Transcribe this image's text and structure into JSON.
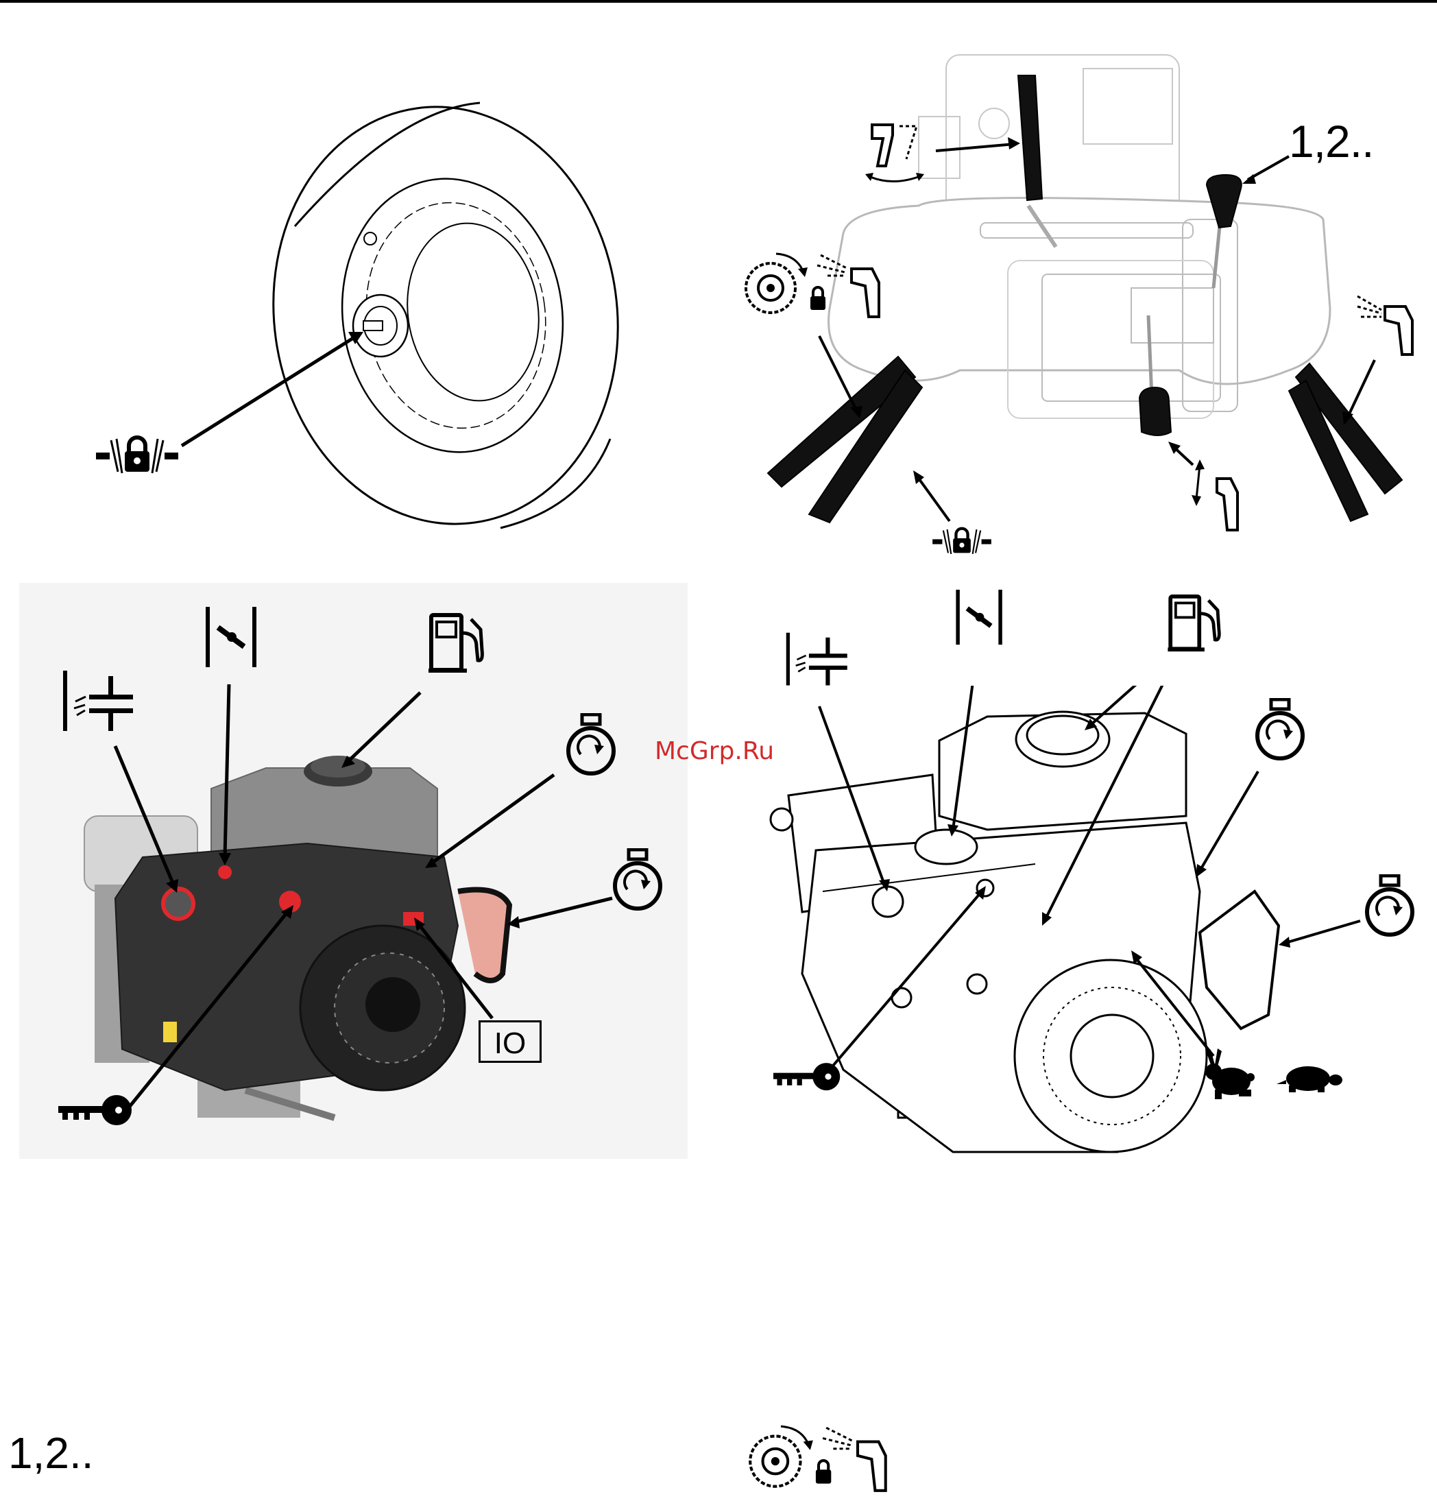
{
  "watermark": "McGrp.Ru",
  "gear_label": "1,2..",
  "ignition_switch_label": "IO",
  "footer": {
    "gear_label": "1,2.."
  },
  "icons": {
    "wheel_lock": "wheel-lock-icon",
    "choke": "choke-icon",
    "primer": "primer-icon",
    "fuel": "fuel-pump-icon",
    "recoil_start": "recoil-start-icon",
    "key": "key-icon",
    "throttle_fast": "rabbit-icon",
    "throttle_slow": "turtle-icon",
    "chute": "chute-icon",
    "auger_drive": "auger-drive-icon"
  },
  "colors": {
    "accent_red": "#e0282d",
    "handle_pink": "#e9a79b",
    "engine_gray": "#8a8a8a"
  }
}
